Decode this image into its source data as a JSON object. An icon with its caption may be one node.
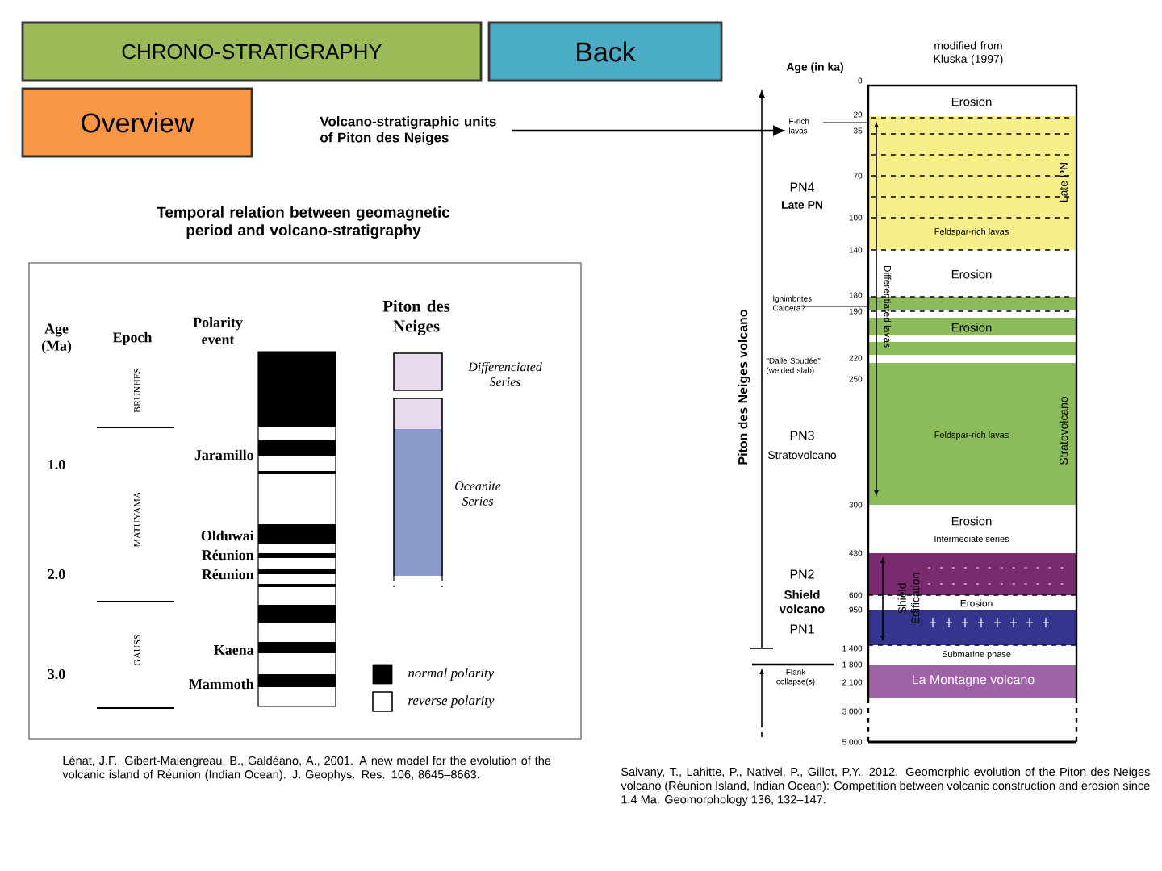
{
  "diagram": {
    "nodes": [
      {
        "text": [
          "CHRONO-STRATIGRAPHY"
        ]
      },
      {
        "text": [
          "Back"
        ]
      },
      {
        "text": [
          "Overview"
        ]
      },
      {
        "text": [
          "Volcano-stratigraphic units of Piton des Neiges"
        ]
      },
      {
        "text": [
          "F-rich lavas"
        ]
      }
    ],
    "edges": [
      {
        "from": 3,
        "to": 4,
        "arrow": "to"
      }
    ],
    "labels": [
      "Temporal relation between geomagnetic period and volcano-stratigraphy",
      "Age (in ka)",
      "modified from Kluska (1997)",
      "Age (Ma)",
      "Epoch",
      "Polarity event",
      "Piton des Neiges",
      "Differenciated Series",
      "BRUNHES",
      "1.0",
      "Jaramillo",
      "MATUYAMA",
      "Oceanite Series",
      "Olduwai",
      "Réunion",
      "2.0",
      "Réunion",
      "GAUSS",
      "Kaena",
      "3.0",
      "Mammoth",
      "0",
      "29",
      "35",
      "Erosion",
      "Differentiated lavas",
      "Late PN",
      "70",
      "PN4",
      "Late PN",
      "100",
      "Feldspar-rich lavas",
      "140",
      "Erosion",
      "Ignimbrites Caldera?",
      "180",
      "190",
      "Erosion",
      "\"Dalle Soudée\" (welded slab)",
      "220",
      "250",
      "Piton des Neiges volcano",
      "PN3",
      "Stratovolcano",
      "Feldspar-rich lavas",
      "Stratovolcano",
      "300",
      "Erosion",
      "Intermediate series",
      "430",
      "PN2",
      "Shield volcano",
      "Shield Edification",
      "600",
      "950",
      "Erosion",
      "PN1",
      "1 400",
      "Submarine phase",
      "1 800",
      "Flank collapse(s)",
      "La Montagne volcano",
      "2 100",
      "3 000",
      "5 000",
      "Lénat, J.F., Gibert-Malengreau, B., Galdéano, A., 2001. A new model for the evolution of the volcanic island of Réunion (Indian Ocean). J. Geophys. Res. 106, 8645–8663.",
      "Salvany, T., Lahitte, P., Nativel, P., Gillot, P.Y., 2012. Geomorphic evolution of the Piton des Neiges volcano (Réunion Island, Indian Ocean): Competition between volcanic construction and erosion since 1.4 Ma. Geomorphology 136, 132–147."
    ],
    "legend": [
      {
        "text": "normal polarity",
        "color": "#000000"
      },
      {
        "text": "reverse polarity"
      }
    ]
  }
}
